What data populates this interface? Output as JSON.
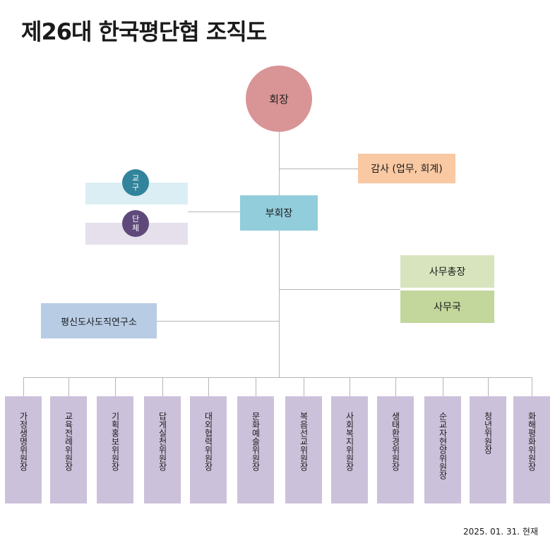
{
  "title": "제26대 한국평단협 조직도",
  "head": "회장",
  "audit": "감사 (업무, 회계)",
  "vice_president": "부회장",
  "bands": [
    {
      "badge": [
        "교",
        "구"
      ]
    },
    {
      "badge": [
        "단",
        "체"
      ]
    }
  ],
  "secretariat": {
    "general": "사무총장",
    "office": "사무국"
  },
  "institute": "평신도사도직연구소",
  "committees": [
    "가정생명위원장",
    "교육전례위원장",
    "기획홍보위원장",
    "답게실천위원장",
    "대외협력위원장",
    "문화예술위원장",
    "복음선교위원장",
    "사회복지위원장",
    "생태환경위원장",
    "순교자현양위원장",
    "청년위원장",
    "화해평화위원장"
  ],
  "date": "2025. 01. 31. 현재",
  "colors": {
    "head": "#d99495",
    "audit": "#f9c9a3",
    "vice_president": "#92cddc",
    "secretary_general": "#d7e4bd",
    "secretariat": "#c3d69b",
    "institute": "#b8cce4",
    "committee": "#ccc1da",
    "badge_diocese": "#31849b",
    "badge_group": "#5f497a"
  }
}
